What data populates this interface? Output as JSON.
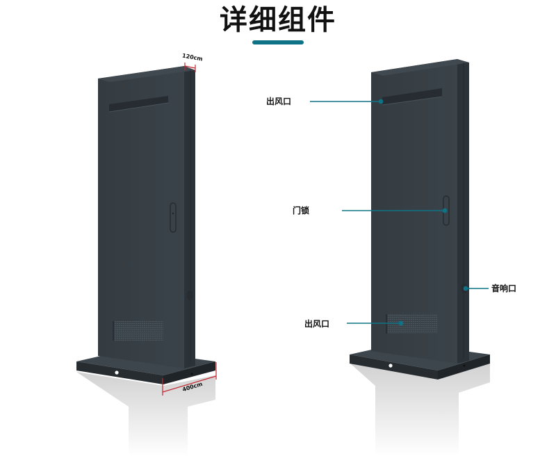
{
  "header": {
    "title": "详细组件",
    "accent_color": "#0e7386"
  },
  "dimensions": {
    "depth": "120cm",
    "width": "400cm",
    "line_color": "#c0262e"
  },
  "callouts": [
    {
      "id": "top-vent",
      "label": "出风口"
    },
    {
      "id": "door-lock",
      "label": "门锁"
    },
    {
      "id": "audio-port",
      "label": "音响口"
    },
    {
      "id": "bottom-vent",
      "label": "出风口"
    }
  ],
  "colors": {
    "panel_front": "#353d43",
    "panel_side": "#2b3237",
    "base_top": "#353d43",
    "callout_line": "#0e7386"
  }
}
